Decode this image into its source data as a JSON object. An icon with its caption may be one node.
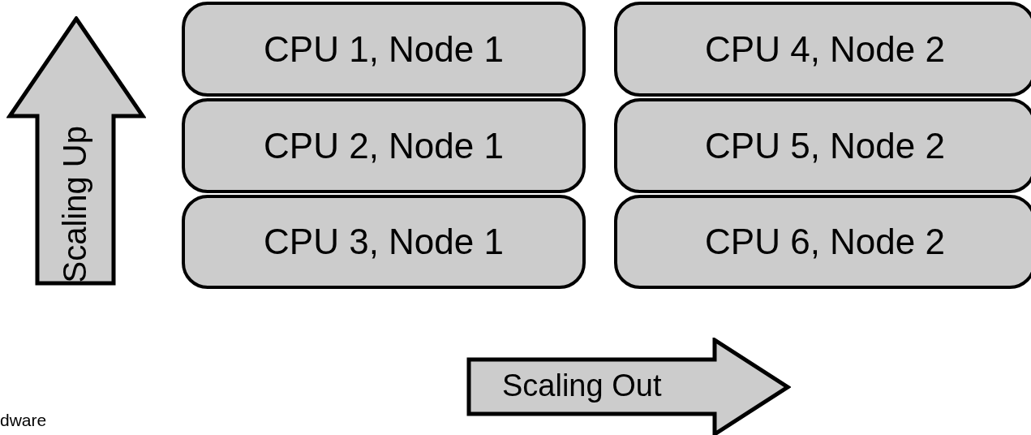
{
  "diagram": {
    "nodes": [
      {
        "text": [
          "Scaling Up"
        ]
      },
      {
        "text": [
          "CPU 1, Node 1"
        ]
      },
      {
        "text": [
          "CPU 2, Node 1"
        ]
      },
      {
        "text": [
          "CPU 3, Node 1"
        ]
      },
      {
        "text": [
          "CPU 4, Node 2"
        ]
      },
      {
        "text": [
          "CPU 5, Node 2"
        ]
      },
      {
        "text": [
          "CPU 6, Node 2"
        ]
      },
      {
        "text": [
          "Scaling Out"
        ]
      }
    ],
    "edges": [],
    "labels": [
      "dware"
    ]
  }
}
